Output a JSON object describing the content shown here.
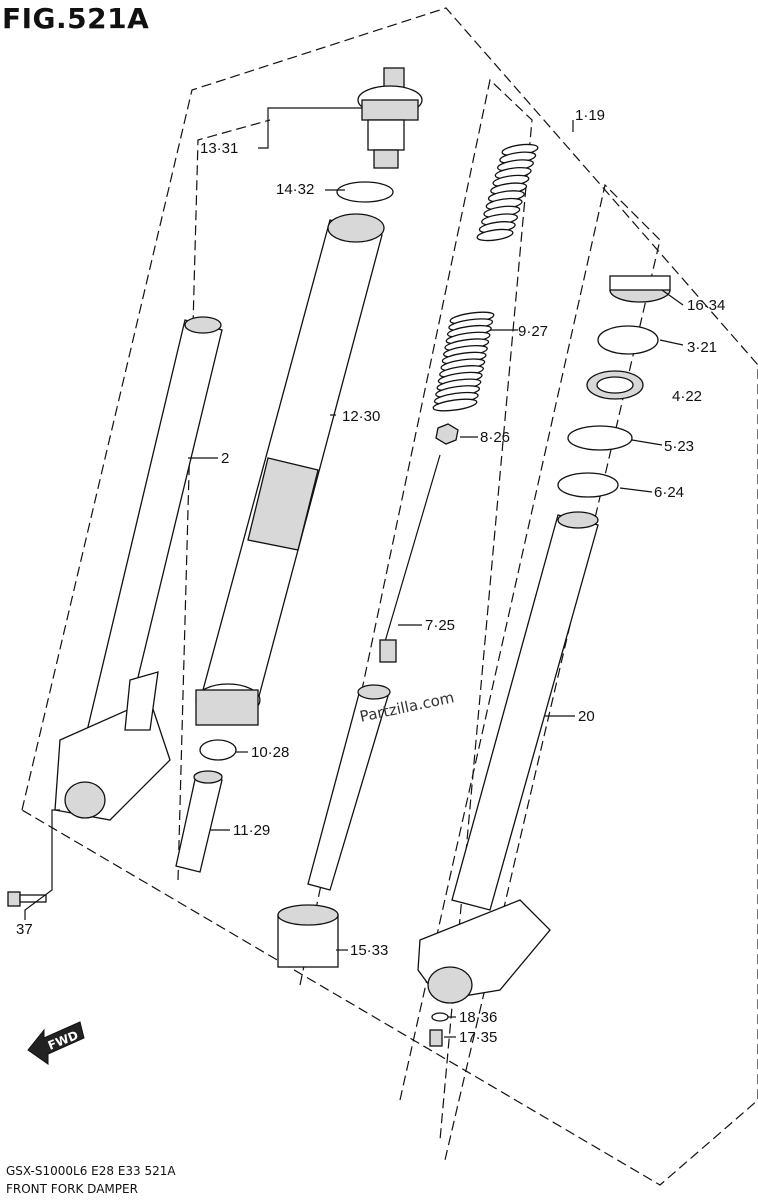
{
  "figure": {
    "title": "FIG.521A",
    "model_line": "GSX-S1000L6  E28  E33  521A",
    "subtitle": "FRONT FORK DAMPER",
    "watermark": "Partzilla.com"
  },
  "callouts": [
    {
      "id": "c-1-19",
      "text": "1·19"
    },
    {
      "id": "c-13-31",
      "text": "13·31"
    },
    {
      "id": "c-14-32",
      "text": "14·32"
    },
    {
      "id": "c-16-34",
      "text": "16·34"
    },
    {
      "id": "c-3-21",
      "text": "3·21"
    },
    {
      "id": "c-9-27",
      "text": "9·27"
    },
    {
      "id": "c-4-22",
      "text": "4·22"
    },
    {
      "id": "c-12-30",
      "text": "12·30"
    },
    {
      "id": "c-8-26",
      "text": "8·26"
    },
    {
      "id": "c-5-23",
      "text": "5·23"
    },
    {
      "id": "c-2",
      "text": "2"
    },
    {
      "id": "c-6-24",
      "text": "6·24"
    },
    {
      "id": "c-7-25",
      "text": "7·25"
    },
    {
      "id": "c-20",
      "text": "20"
    },
    {
      "id": "c-10-28",
      "text": "10·28"
    },
    {
      "id": "c-11-29",
      "text": "11·29"
    },
    {
      "id": "c-37",
      "text": "37"
    },
    {
      "id": "c-15-33",
      "text": "15·33"
    },
    {
      "id": "c-18-36",
      "text": "18·36"
    },
    {
      "id": "c-17-35",
      "text": "17·35"
    }
  ],
  "fwd_badge": "FWD"
}
